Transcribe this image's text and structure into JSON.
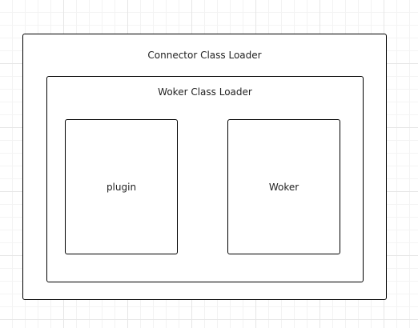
{
  "diagram": {
    "outer": {
      "label": "Connector Class Loader"
    },
    "middle": {
      "label": "Woker Class Loader"
    },
    "plugin": {
      "label": "plugin"
    },
    "worker": {
      "label": "Woker"
    }
  }
}
